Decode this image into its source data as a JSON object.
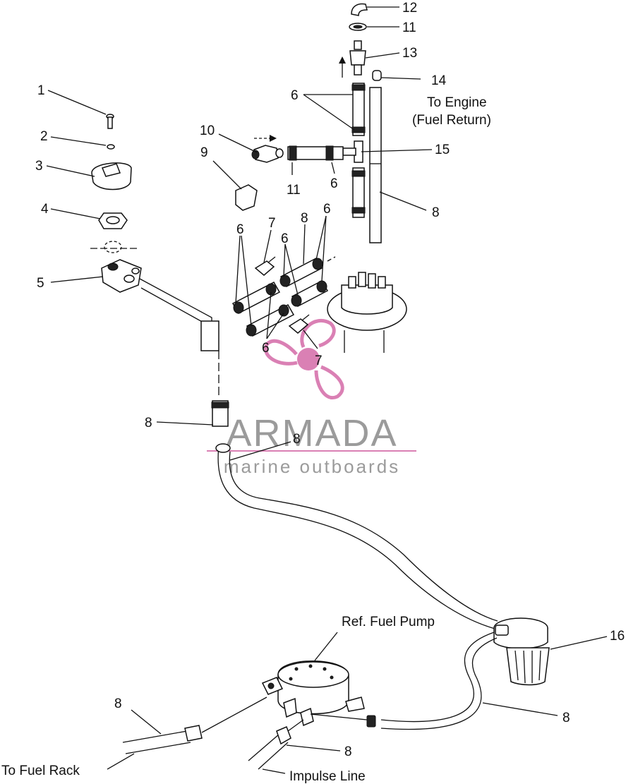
{
  "callouts": {
    "n1": "1",
    "n2": "2",
    "n3": "3",
    "n4": "4",
    "n5": "5",
    "n6a": "6",
    "n6b": "6",
    "n6c": "6",
    "n6d": "6",
    "n6e": "6",
    "n6f": "6",
    "n7a": "7",
    "n7b": "7",
    "n8a": "8",
    "n8b": "8",
    "n8c": "8",
    "n8d": "8",
    "n8e": "8",
    "n8f": "8",
    "n8g": "8",
    "n9": "9",
    "n10": "10",
    "n11a": "11",
    "n11b": "11",
    "n12": "12",
    "n13": "13",
    "n14": "14",
    "n15": "15",
    "n16": "16"
  },
  "captions": {
    "to_engine": "To Engine",
    "fuel_return": "(Fuel Return)",
    "ref_fuel_pump": "Ref. Fuel Pump",
    "to_fuel_rack": "To Fuel Rack",
    "impulse_line": "Impulse Line"
  },
  "watermark": {
    "brand": "ARMADA",
    "tagline": "marine outboards",
    "color": "#d46aa8"
  }
}
